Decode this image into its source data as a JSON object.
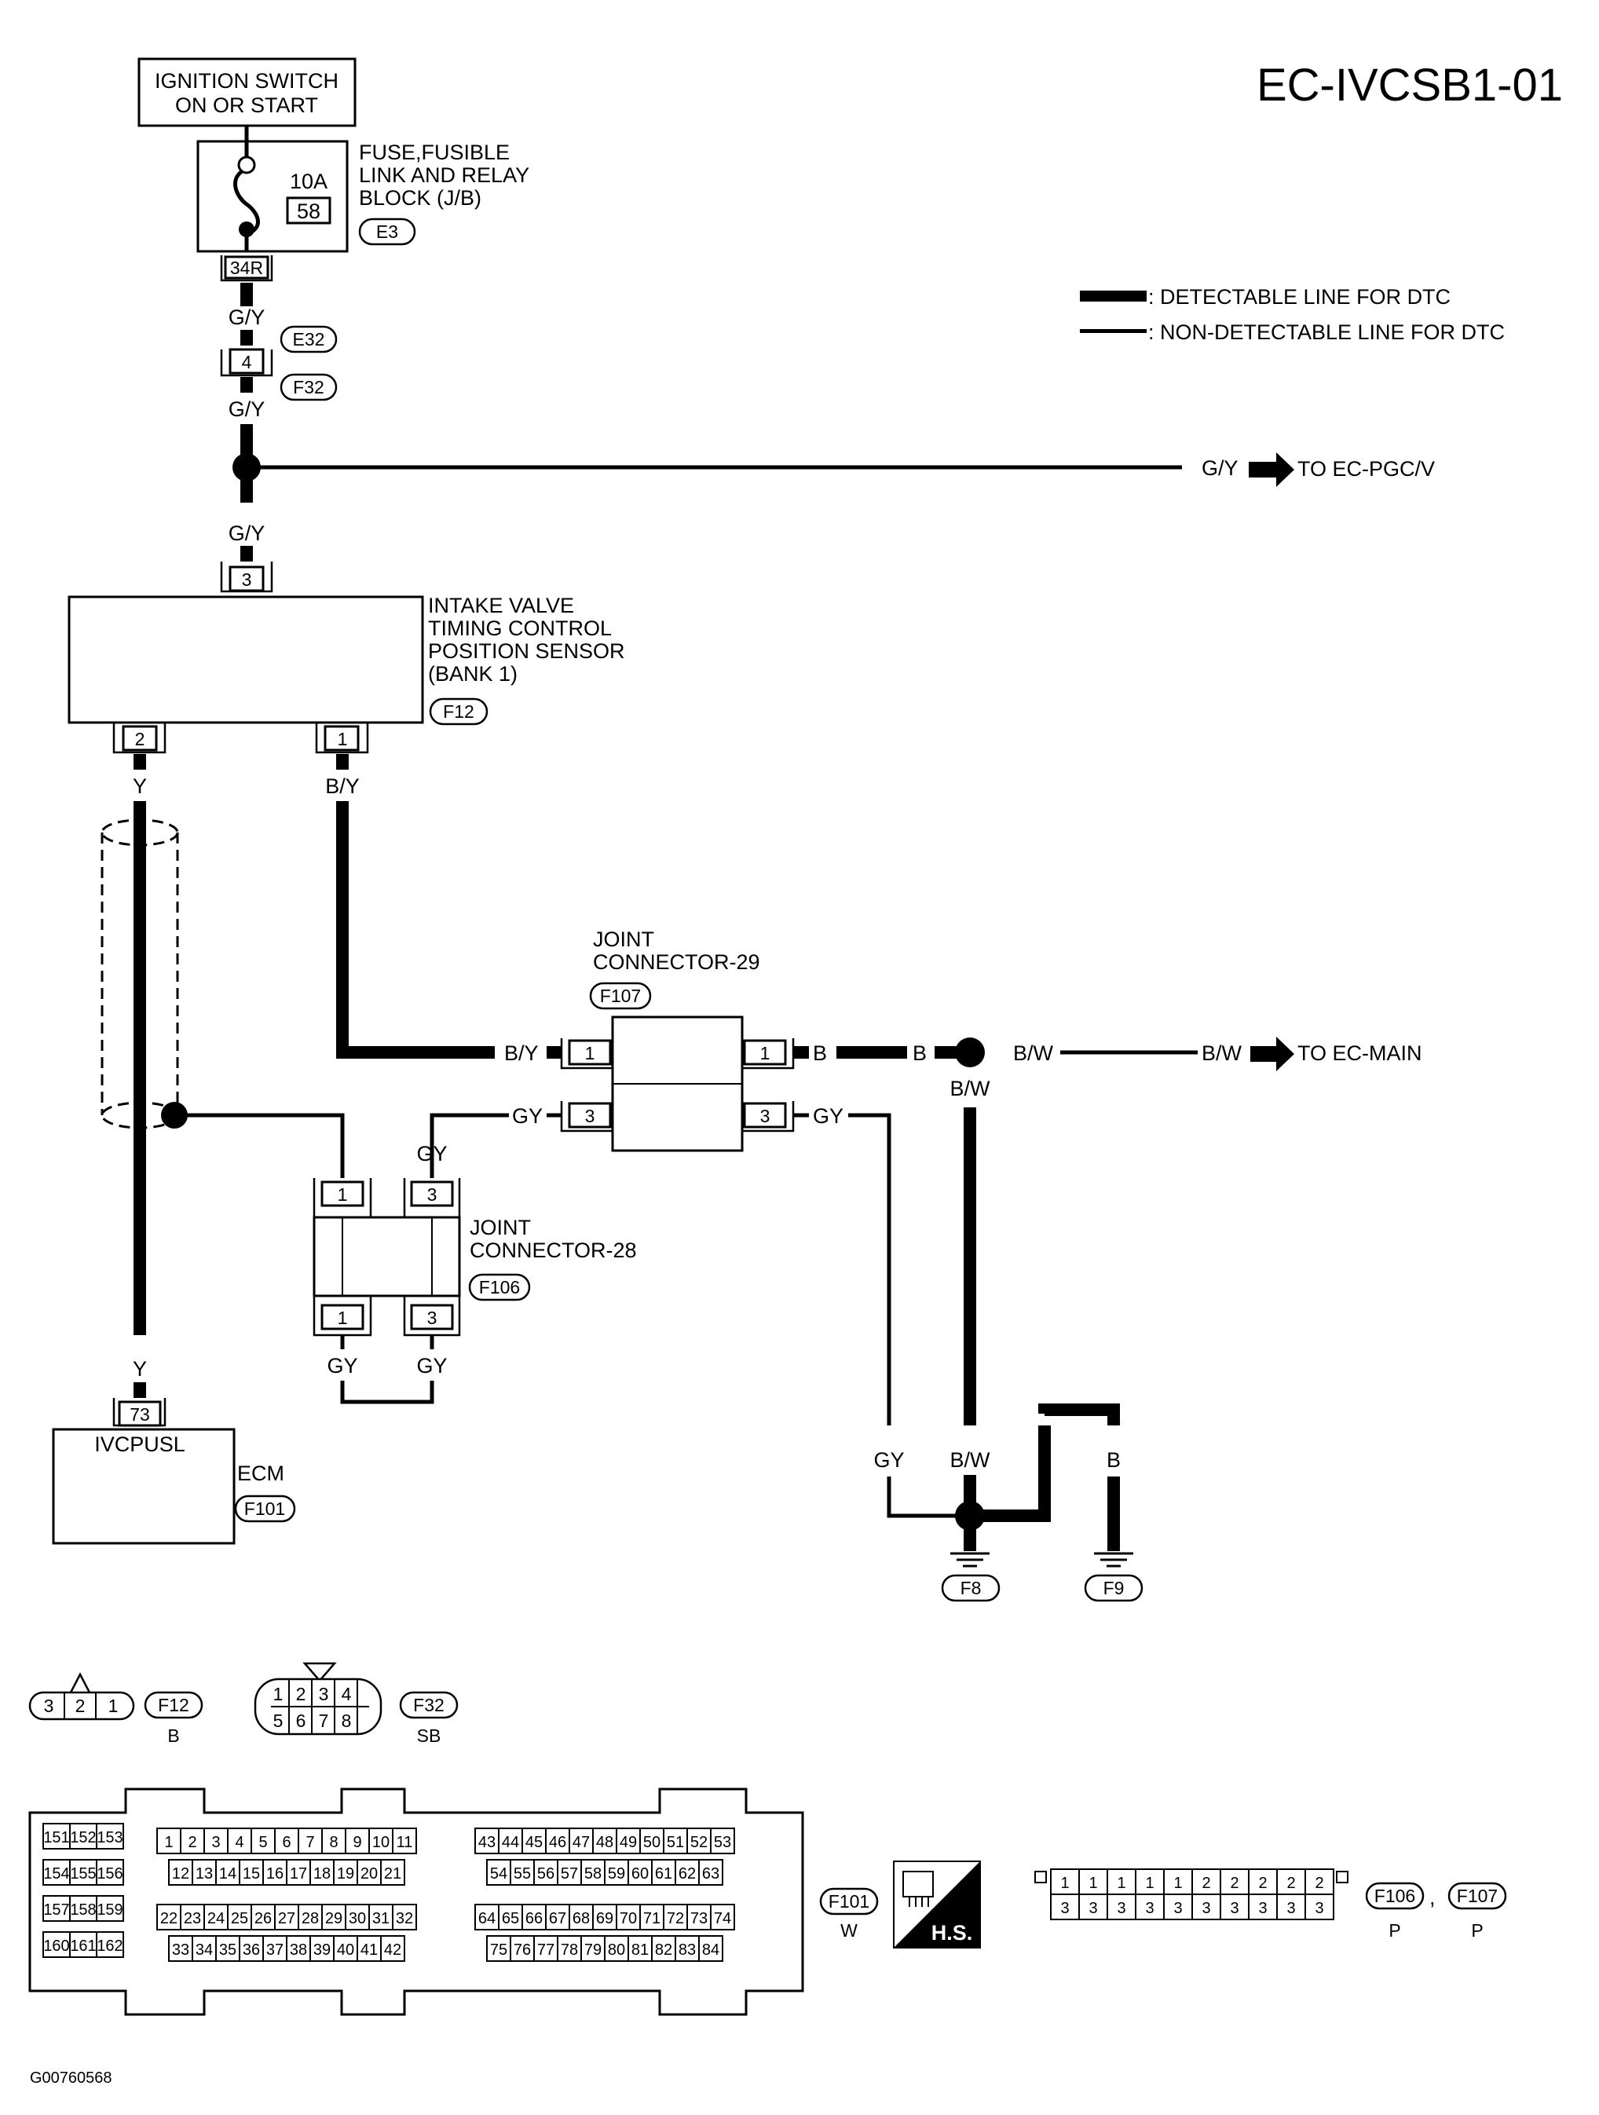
{
  "page_code": "EC-IVCSB1-01",
  "figure_id": "G00760568",
  "legend": {
    "detectable": ": DETECTABLE LINE FOR DTC",
    "non_detectable": ": NON-DETECTABLE LINE FOR DTC"
  },
  "ignition": {
    "line1": "IGNITION SWITCH",
    "line2": "ON OR START"
  },
  "fuse_block": {
    "line1": "FUSE,FUSIBLE",
    "line2": "LINK AND RELAY",
    "line3": "BLOCK (J/B)",
    "amp": "10A",
    "fuse_no": "58",
    "connector": "E3",
    "terminal": "34R"
  },
  "wire_colors": {
    "gy_top": "G/Y",
    "gy_mid": "G/Y",
    "gy_bot": "G/Y",
    "gy_branch": "G/Y"
  },
  "harness": {
    "pin": "4",
    "c1": "E32",
    "c2": "F32"
  },
  "to_pgcv": "TO EC-PGC/V",
  "sensor": {
    "line1": "INTAKE VALVE",
    "line2": "TIMING CONTROL",
    "line3": "POSITION SENSOR",
    "line4": "(BANK 1)",
    "connector": "F12",
    "pin_top": "3",
    "pin_left": "2",
    "pin_right": "1",
    "wire_left": "Y",
    "wire_right": "B/Y"
  },
  "jc29": {
    "line1": "JOINT",
    "line2": "CONNECTOR-29",
    "connector": "F107",
    "pin_l1": "1",
    "pin_l3": "3",
    "pin_r1": "1",
    "pin_r3": "3",
    "wire_in": "B/Y",
    "wire_out_b": "B",
    "wire_gy_l": "GY",
    "wire_gy_r": "GY"
  },
  "ground_branch": {
    "b": "B",
    "bw1": "B/W",
    "bw2": "B/W",
    "bw_out": "B/W",
    "to_main": "TO EC-MAIN",
    "bw_down": "B/W",
    "gy_down": "GY",
    "b_left": "B",
    "b_right": "B",
    "g1": "F8",
    "g2": "F9"
  },
  "jc28": {
    "line1": "JOINT",
    "line2": "CONNECTOR-28",
    "connector": "F106",
    "pin_tl": "1",
    "pin_tr": "3",
    "pin_bl": "1",
    "pin_br": "3",
    "wire_top": "GY",
    "wire_bl": "GY",
    "wire_br": "GY"
  },
  "ecm": {
    "pin": "73",
    "terminal_name": "IVCPUSL",
    "name": "ECM",
    "connector": "F101",
    "wire": "Y"
  },
  "face_views": {
    "f12": {
      "pins": [
        "3",
        "2",
        "1"
      ],
      "connector": "F12",
      "color": "B"
    },
    "f32": {
      "row1": [
        "1",
        "2",
        "3",
        "4"
      ],
      "row2": [
        "5",
        "6",
        "7",
        "8"
      ],
      "connector": "F32",
      "color": "SB"
    },
    "ecm": {
      "g1": [
        [
          "151",
          "152",
          "153"
        ],
        [
          "154",
          "155",
          "156"
        ],
        [
          "157",
          "158",
          "159"
        ],
        [
          "160",
          "161",
          "162"
        ]
      ],
      "g2r1": [
        "1",
        "2",
        "3",
        "4",
        "5",
        "6",
        "7",
        "8",
        "9",
        "10",
        "11"
      ],
      "g2r2": [
        "12",
        "13",
        "14",
        "15",
        "16",
        "17",
        "18",
        "19",
        "20",
        "21"
      ],
      "g2r3": [
        "22",
        "23",
        "24",
        "25",
        "26",
        "27",
        "28",
        "29",
        "30",
        "31",
        "32"
      ],
      "g2r4": [
        "33",
        "34",
        "35",
        "36",
        "37",
        "38",
        "39",
        "40",
        "41",
        "42"
      ],
      "g3r1": [
        "43",
        "44",
        "45",
        "46",
        "47",
        "48",
        "49",
        "50",
        "51",
        "52",
        "53"
      ],
      "g3r2": [
        "54",
        "55",
        "56",
        "57",
        "58",
        "59",
        "60",
        "61",
        "62",
        "63"
      ],
      "g3r3": [
        "64",
        "65",
        "66",
        "67",
        "68",
        "69",
        "70",
        "71",
        "72",
        "73",
        "74"
      ],
      "g3r4": [
        "75",
        "76",
        "77",
        "78",
        "79",
        "80",
        "81",
        "82",
        "83",
        "84"
      ],
      "connector": "F101",
      "color": "W"
    },
    "hs": "H.S.",
    "joint": {
      "row1": [
        "1",
        "1",
        "1",
        "1",
        "1",
        "2",
        "2",
        "2",
        "2",
        "2"
      ],
      "row2": [
        "3",
        "3",
        "3",
        "3",
        "3",
        "3",
        "3",
        "3",
        "3",
        "3"
      ],
      "c1": "F106",
      "c2": "F107",
      "sep": ",",
      "color1": "P",
      "color2": "P"
    }
  }
}
